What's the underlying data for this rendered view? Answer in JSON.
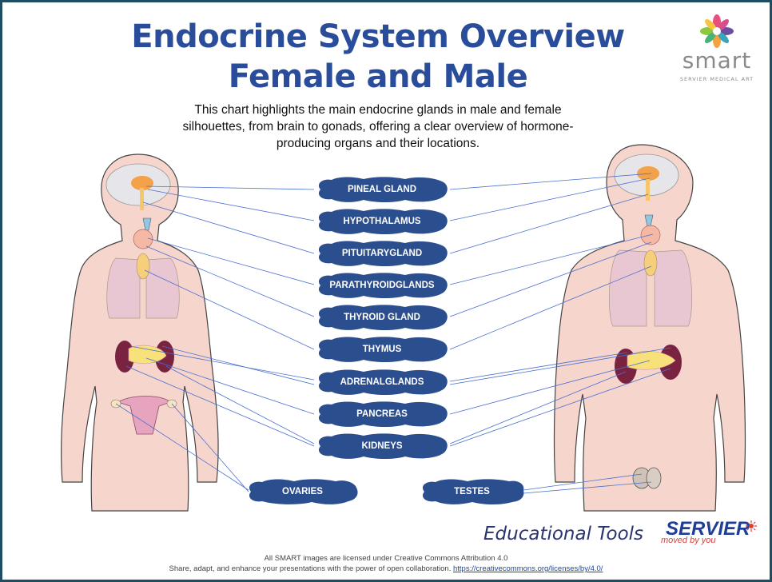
{
  "title_line1": "Endocrine System Overview",
  "title_line2": "Female and Male",
  "description": "This chart highlights the main endocrine glands in male and female silhouettes, from brain to gonads, offering a clear overview of hormone-producing organs and their locations.",
  "logo": {
    "word": "smart",
    "tagline": "SERVIER MEDICAL ART",
    "icon": "flower-logo-icon"
  },
  "labels": {
    "pineal": "PINEAL GLAND",
    "hypothalamus": "HYPOTHALAMUS",
    "pituitary_1": "PITUITARY",
    "pituitary_2": "GLAND",
    "parathyroid_1": "PARATHYROID",
    "parathyroid_2": "GLANDS",
    "thyroid": "THYROID GLAND",
    "thymus": "THYMUS",
    "adrenal_1": "ADRENAL",
    "adrenal_2": "GLANDS",
    "pancreas": "PANCREAS",
    "kidneys": "KIDNEYS",
    "ovaries": "OVARIES",
    "testes": "TESTES"
  },
  "footer": {
    "educational": "Educational Tools",
    "brand": "SERVIER",
    "brand_tagline": "moved by you",
    "license_line1": "All SMART images are licensed under Creative Commons Attribution 4.0",
    "license_line2": "Share, adapt, and enhance your presentations with the power of open collaboration.",
    "license_link": "https://creativecommons.org/licenses/by/4.0/"
  },
  "colors": {
    "title": "#2a4d9b",
    "pill": "#2b4e8f",
    "skin": "#f6d5cc",
    "line": "#4a6fd0",
    "frame": "#1f4e63"
  }
}
